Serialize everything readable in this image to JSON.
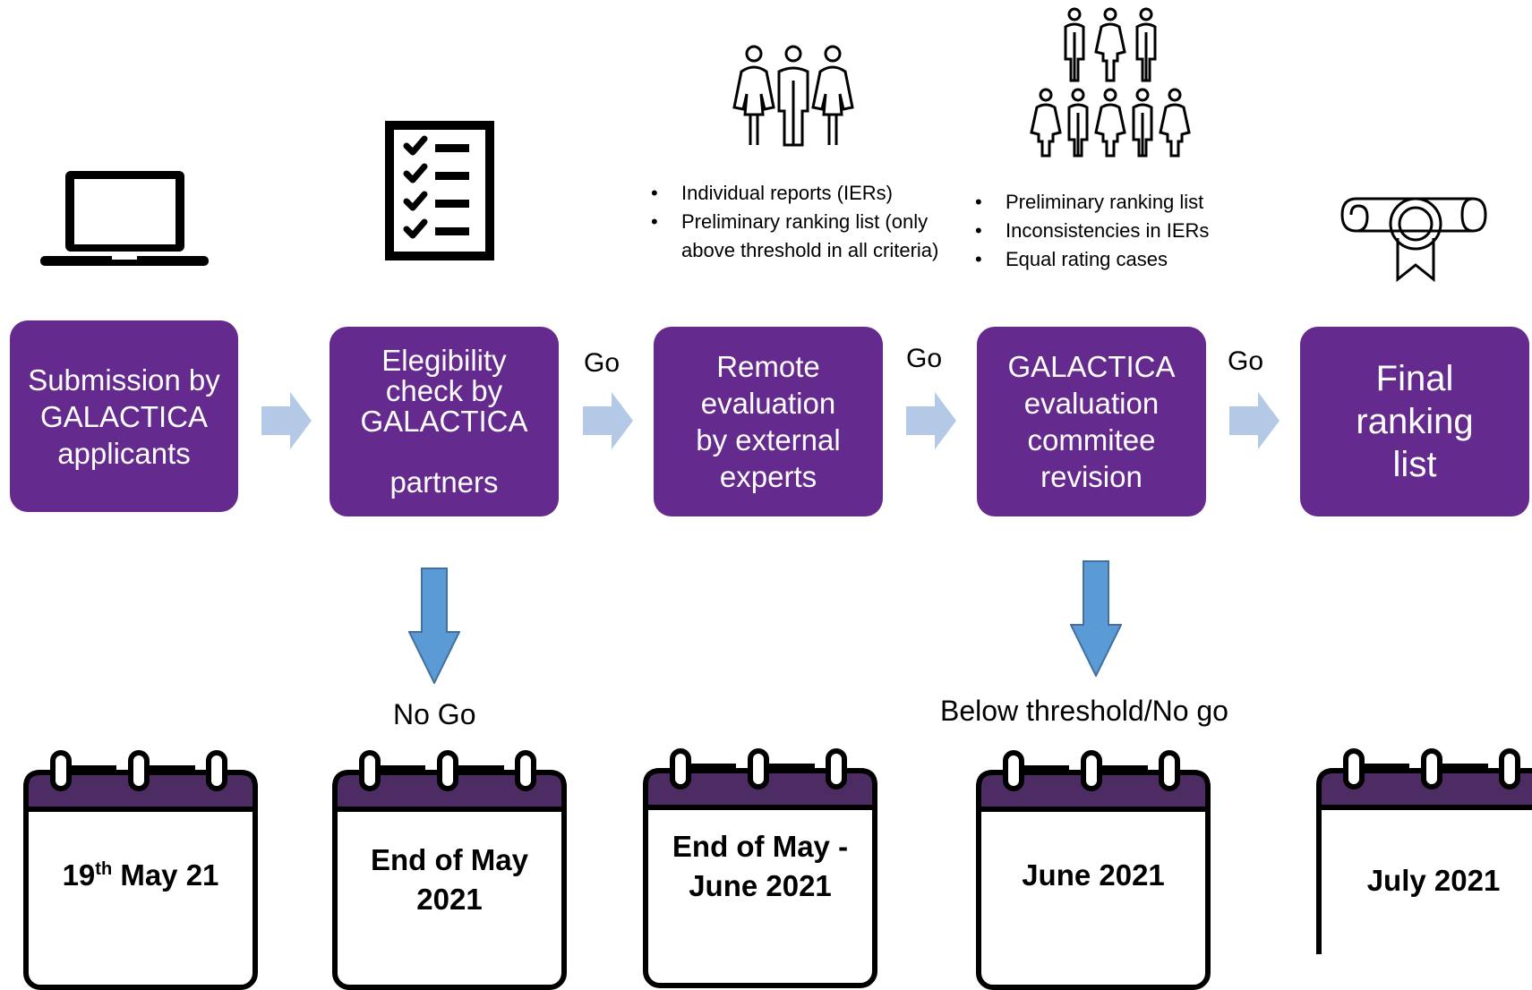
{
  "steps": [
    {
      "label": "Submission by\nGALACTICA\napplicants"
    },
    {
      "label": "Elegibility\ncheck by\nGALACTICA\n\npartners"
    },
    {
      "label": "Remote\nevaluation\nby external\nexperts"
    },
    {
      "label": "GALACTICA\nevaluation\ncommitee\nrevision"
    },
    {
      "label": "Final\nranking\nlist"
    }
  ],
  "go_labels": [
    "Go",
    "Go",
    "Go"
  ],
  "remote_notes": [
    "Individual reports (IERs)",
    "Preliminary ranking list (only above threshold in all criteria)"
  ],
  "committee_notes": [
    "Preliminary ranking list",
    "Inconsistencies in IERs",
    "Equal rating cases"
  ],
  "no_go_label": "No Go",
  "below_threshold_label": "Below threshold/No go",
  "dates": [
    {
      "day": "19",
      "suffix": "th",
      "rest": " May 21"
    },
    {
      "text": "End of May\n2021"
    },
    {
      "text": "End of May -\nJune 2021"
    },
    {
      "text": "June 2021"
    },
    {
      "text": "July 2021"
    }
  ],
  "icons": [
    "laptop-icon",
    "checklist-icon",
    "three-experts-icon",
    "committee-group-icon",
    "certificate-scroll-icon",
    "calendar-icon"
  ],
  "colors": {
    "step_fill": "#652a8d",
    "calendar_band": "#4d2c63",
    "go_arrow": "#b4c9e6",
    "down_arrow": "#5b9bd5"
  }
}
